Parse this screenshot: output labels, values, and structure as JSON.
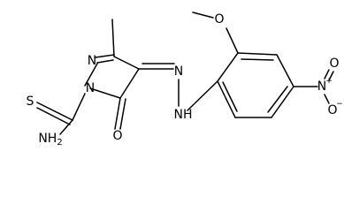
{
  "molecule": {
    "atoms": {
      "n1": "N",
      "n2": "N",
      "o_carbonyl": "O",
      "s_thio": "S",
      "nh2": "NH",
      "nh2_sub": "2",
      "n_azo": "N",
      "nh_hydrazo": "NH",
      "o_methoxy": "O",
      "n_nitro": "N",
      "n_nitro_charge": "+",
      "o_nitro_top": "O",
      "o_nitro_bottom": "O",
      "o_nitro_charge": "−"
    }
  }
}
